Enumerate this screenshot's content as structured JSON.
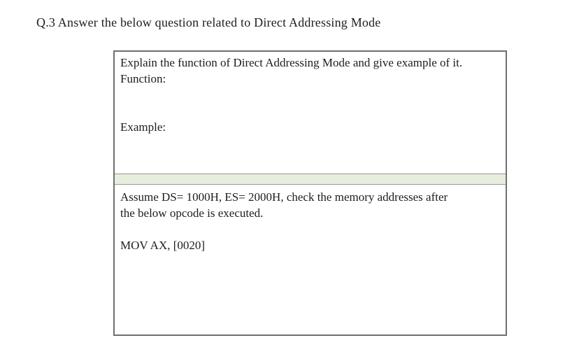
{
  "page": {
    "title": "Q.3 Answer the below question related to Direct Addressing Mode"
  },
  "table": {
    "section1": {
      "prompt": "Explain the function of Direct Addressing Mode and give example of it.",
      "function_label": "Function:",
      "example_label": "Example:"
    },
    "section2": {
      "prompt_line1": "Assume DS= 1000H, ES= 2000H, check the memory addresses after",
      "prompt_line2": "the below opcode is executed.",
      "opcode": "MOV AX, [0020]"
    }
  },
  "colors": {
    "text": "#1d1d1d",
    "table_border": "#6e6f71",
    "separator_fill": "#e7eedd",
    "separator_border": "#9a9a9a",
    "background": "#ffffff"
  }
}
